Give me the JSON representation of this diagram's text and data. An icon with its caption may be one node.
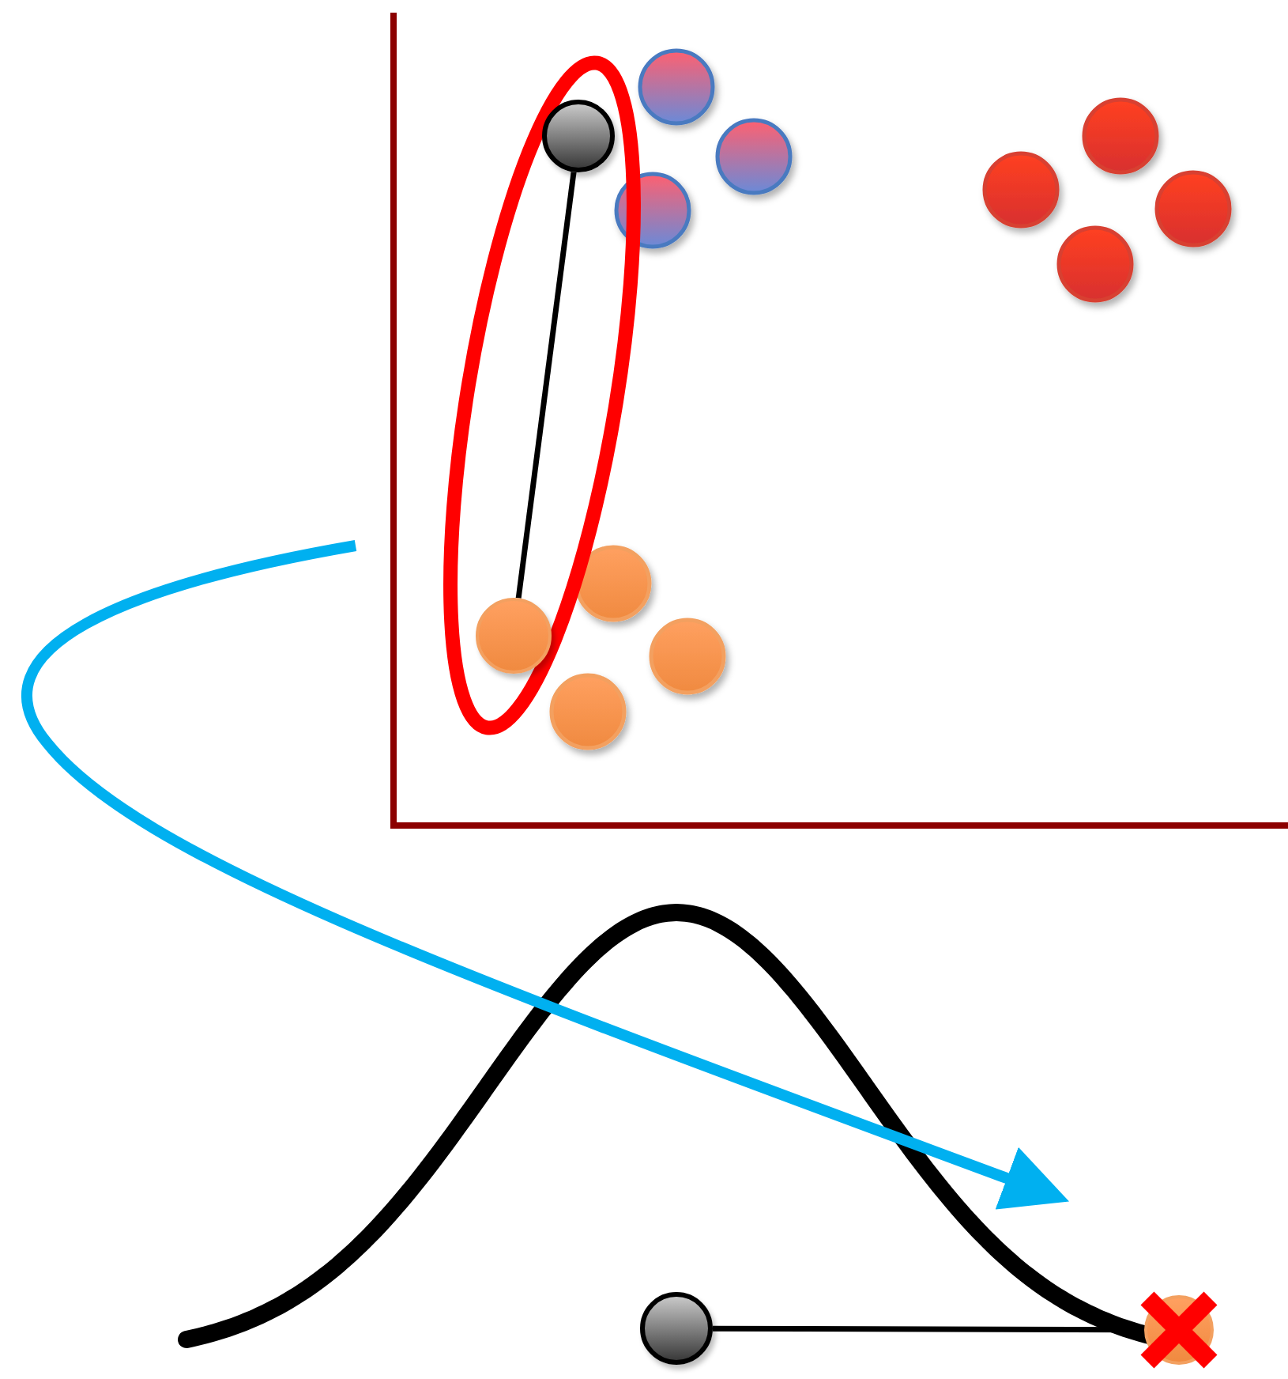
{
  "diagram": {
    "nodes": [
      {
        "text": [],
        "shape": "ellipse"
      },
      {
        "text": [],
        "shape": "circle",
        "in": 0
      },
      {
        "text": [],
        "shape": "circle",
        "in": 0
      },
      {
        "text": [],
        "shape": "circle"
      },
      {
        "text": [],
        "shape": "circle"
      }
    ],
    "edges": [
      {
        "from": 1,
        "to": 2,
        "arrow": "none"
      },
      {
        "from": 3,
        "to": 4,
        "arrow": "none"
      }
    ]
  }
}
